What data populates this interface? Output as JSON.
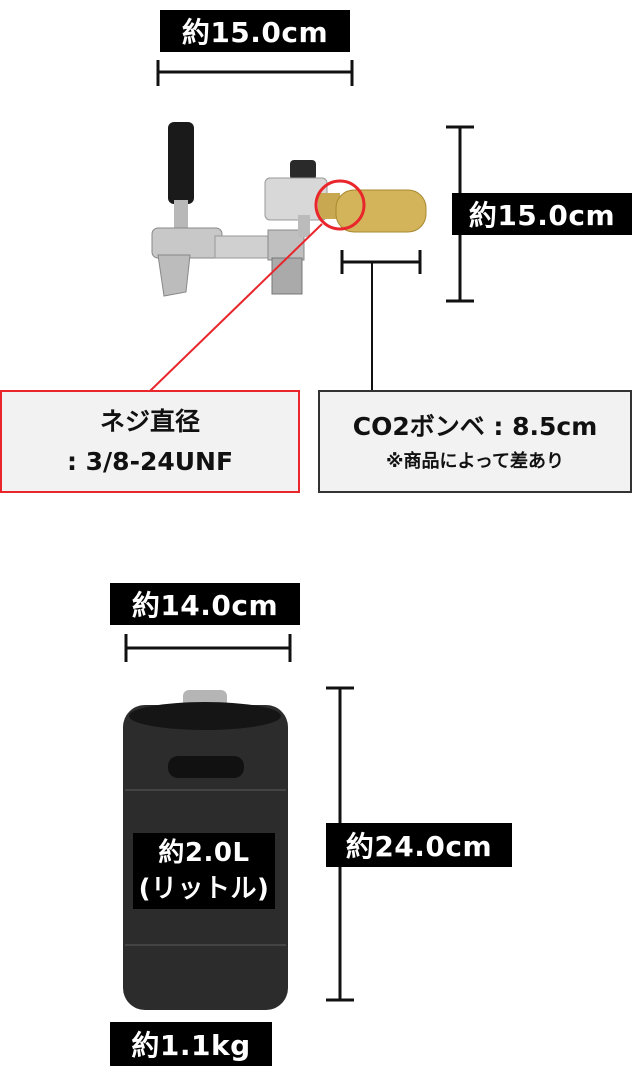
{
  "faucet": {
    "width_label": "約15.0cm",
    "height_label": "約15.0cm",
    "thread_callout": {
      "line1": "ネジ直径",
      "line2": ": 3/8-24UNF"
    },
    "co2_callout": {
      "line1": "CO2ボンベ : 8.5cm",
      "line2": "※商品によって差あり"
    }
  },
  "keg": {
    "width_label": "約14.0cm",
    "height_label": "約24.0cm",
    "capacity_line1": "約2.0L",
    "capacity_line2": "(リットル)",
    "weight_label": "約1.1kg"
  },
  "colors": {
    "accent": "#e8262b",
    "label_bg": "#000000",
    "box_bg": "#f2f2f2"
  }
}
